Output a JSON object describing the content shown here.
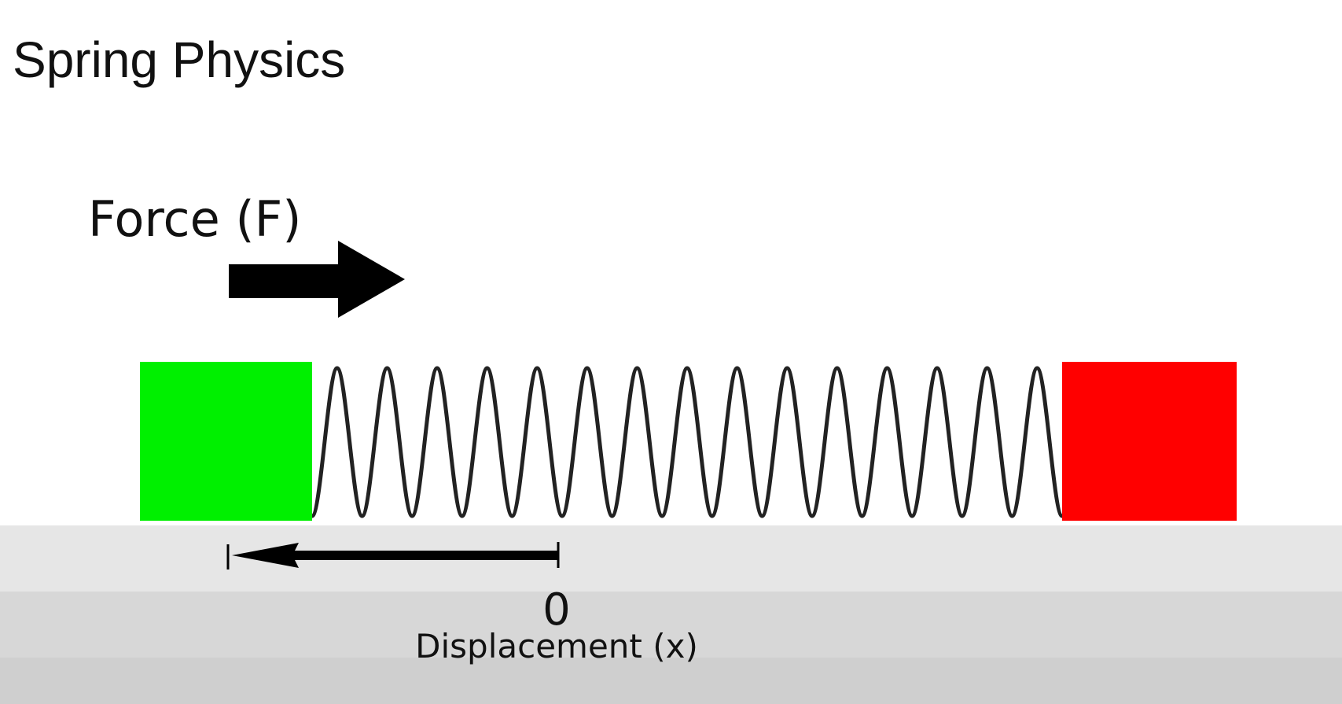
{
  "title": "Spring Physics",
  "force_label": "Force (F)",
  "zero_label": "0",
  "displacement_label": "Displacement (x)",
  "colors": {
    "background": "#ffffff",
    "floor_top": "#e6e6e6",
    "floor_middle": "#d7d7d7",
    "floor_bottom": "#cfcfcf",
    "left_block": "#00f000",
    "right_block": "#ff0000",
    "spring": "#222222",
    "arrow": "#000000",
    "text": "#111111"
  },
  "icons": {
    "force_arrow": "right-arrow-icon",
    "displacement_arrow": "left-arrow-icon"
  },
  "spring": {
    "coil_count": 15
  }
}
